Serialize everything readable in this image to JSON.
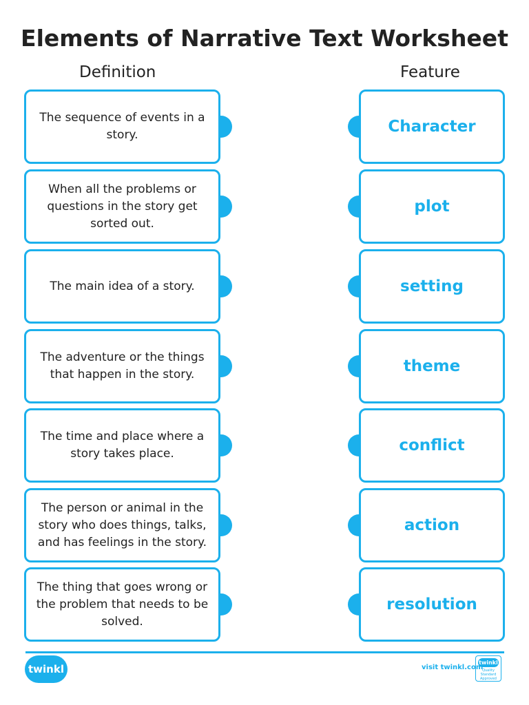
{
  "title": "Elements of Narrative Text Worksheet",
  "headers": {
    "definition": "Definition",
    "feature": "Feature"
  },
  "definitions": [
    "The sequence of events in a story.",
    "When all the problems or questions in the story get sorted out.",
    "The main idea of a story.",
    "The adventure or the things that happen in the story.",
    "The time and place where a story takes place.",
    "The person or animal in the story who does things, talks, and has feelings in the story.",
    "The thing that goes wrong or the problem that needs to be solved."
  ],
  "features": [
    "Character",
    "plot",
    "setting",
    "theme",
    "conflict",
    "action",
    "resolution"
  ],
  "footer": {
    "logo": "twinkl",
    "visit": "visit twinkl.com",
    "badge_logo": "twinkl",
    "badge_text": "Quality Standard Approved"
  },
  "colors": {
    "accent": "#1bb0ec",
    "text": "#222222"
  }
}
